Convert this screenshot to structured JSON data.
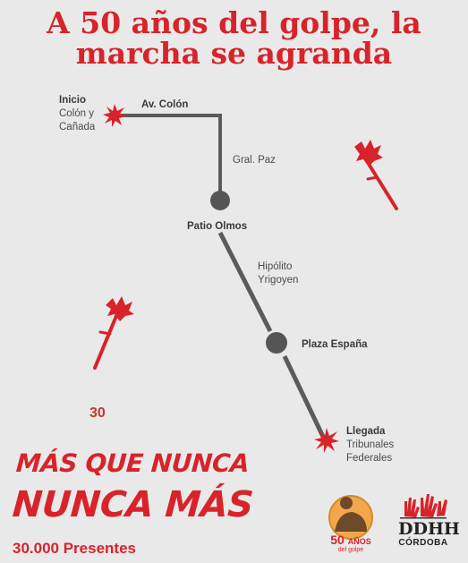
{
  "header": {
    "title_line1": "A 50 años del golpe, la",
    "title_line2": "marcha se agranda"
  },
  "route": {
    "start": {
      "label": "Inicio",
      "sub1": "Colón y",
      "sub2": "Cañada"
    },
    "street1": "Av. Colón",
    "street2": "Gral. Paz",
    "stop1": "Patio Olmos",
    "street3_line1": "Hipólito",
    "street3_line2": "Yrigoyen",
    "stop2": "Plaza España",
    "end": {
      "label": "Llegada",
      "sub1": "Tribunales",
      "sub2": "Federales"
    }
  },
  "badge_number": "30",
  "slogan": {
    "line1": "MÁS QUE NUNCA",
    "line2": "NUNCA MÁS",
    "line3": "30.000 Presentes"
  },
  "logos": {
    "anniversary": {
      "number": "50",
      "word": "AÑOS",
      "sub": "del golpe"
    },
    "ddhh": {
      "line1": "DDHH",
      "line2": "CÓRDOBA"
    }
  },
  "colors": {
    "accent": "#d8232a",
    "route": "#5b5b5b",
    "background": "#e9e9e9"
  }
}
